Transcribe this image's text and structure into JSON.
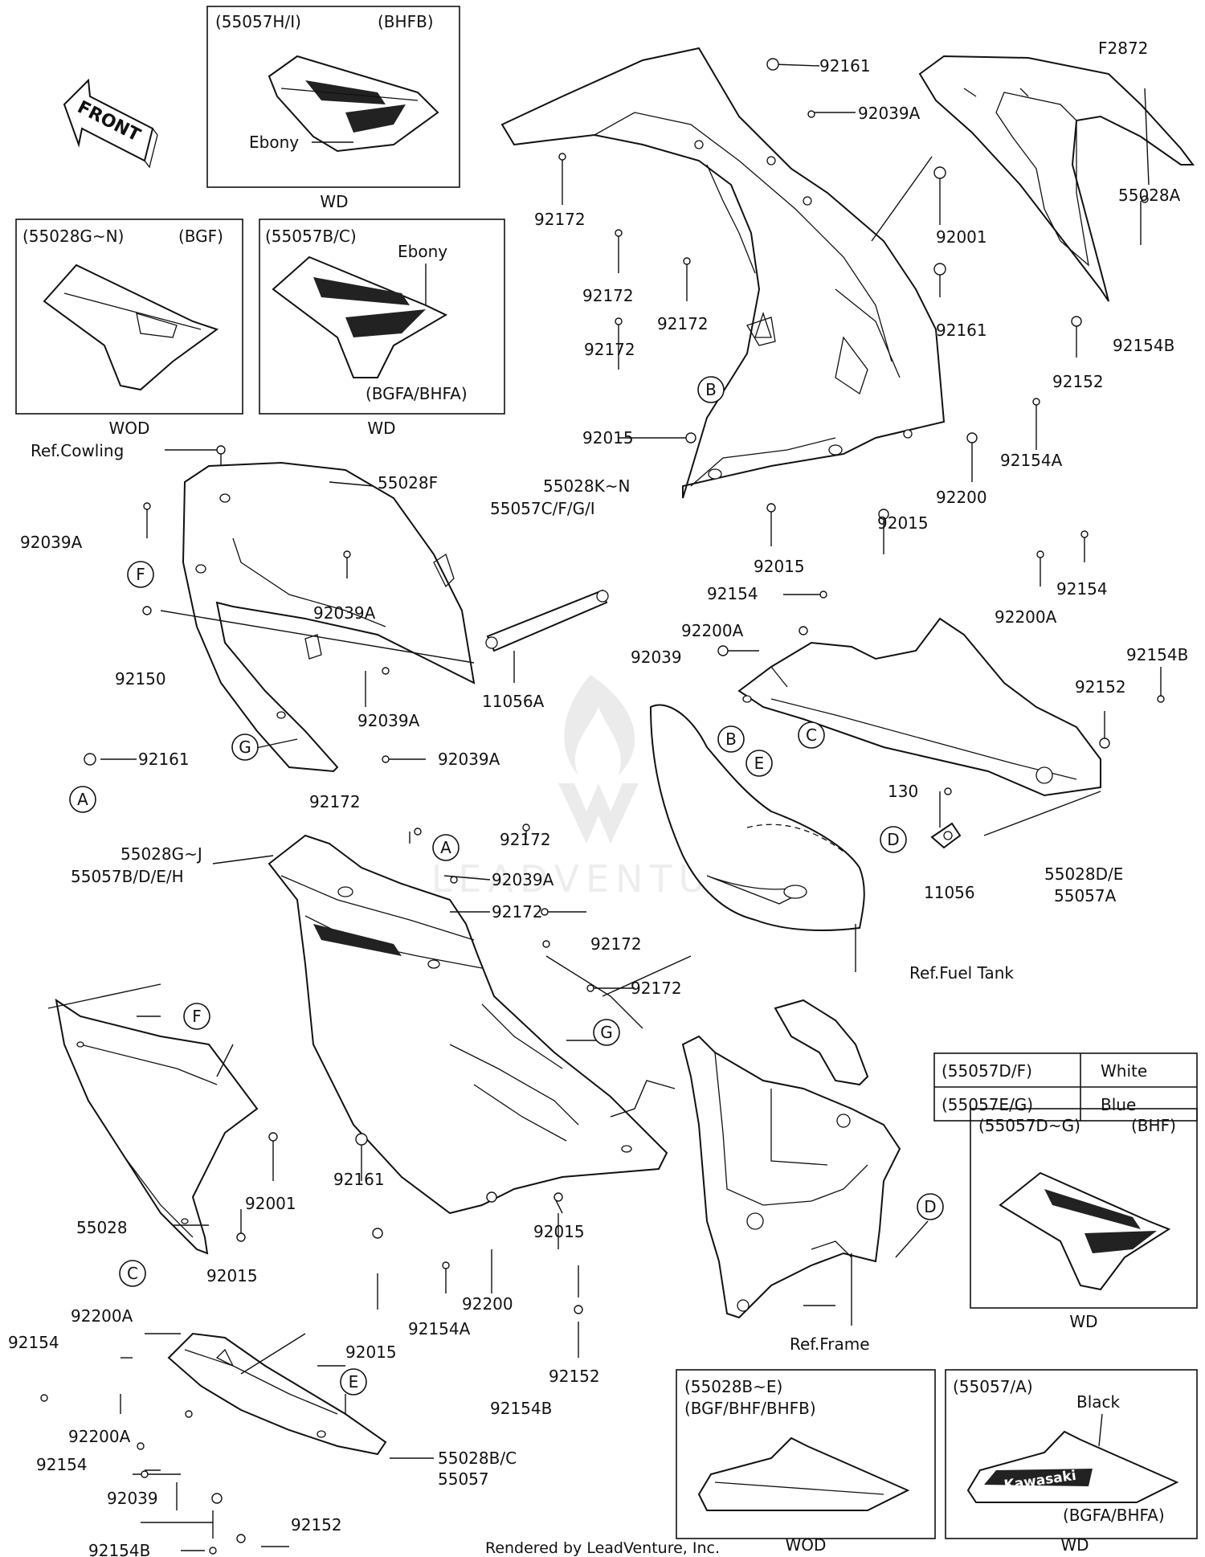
{
  "diagram": {
    "id": "F2872",
    "footer": "Rendered by LeadVenture, Inc.",
    "front_label": "FRONT",
    "watermark": "LEADVENTURE"
  },
  "insets": {
    "bhfb": {
      "code": "(55057H/I)",
      "model": "(BHFB)",
      "note": "Ebony",
      "tag": "WD"
    },
    "bgf": {
      "code": "(55028G~N)",
      "model": "(BGF)",
      "tag": "WOD"
    },
    "bgfa": {
      "code": "(55057B/C)",
      "note": "Ebony",
      "model": "(BGFA/BHFA)",
      "tag": "WD"
    },
    "bhf": {
      "code": "(55057D~G)",
      "model": "(BHF)",
      "tag": "WD"
    },
    "lower_wod": {
      "code": "(55028B~E)",
      "model": "(BGF/BHF/BHFB)",
      "tag": "WOD"
    },
    "lower_wd": {
      "code": "(55057/A)",
      "model": "(BGFA/BHFA)",
      "note": "Black",
      "tag": "WD",
      "logo": "Kawasaki"
    }
  },
  "color_table": {
    "rows": [
      {
        "code": "(55057D/F)",
        "color": "White"
      },
      {
        "code": "(55057E/G)",
        "color": "Blue"
      }
    ]
  },
  "references": {
    "cowling": "Ref.Cowling",
    "fuel_tank": "Ref.Fuel Tank",
    "frame": "Ref.Frame"
  },
  "callout_letters": {
    "a": "A",
    "b": "B",
    "c": "C",
    "d": "D",
    "e": "E",
    "f": "F",
    "g": "G"
  },
  "part_labels": {
    "p1": "92161",
    "p2": "92039A",
    "p3": "92172",
    "p4": "92001",
    "p5": "55028A",
    "p6": "92172",
    "p7": "92172",
    "p8": "92161",
    "p9": "92154B",
    "p10": "92172",
    "p11": "92152",
    "p12": "92015",
    "p13": "55028K~N",
    "p14": "55057C/F/G/I",
    "p15": "92154A",
    "p16": "92200",
    "p17": "92015",
    "p18": "92015",
    "p19": "92154",
    "p20": "92200A",
    "p21": "92154",
    "p22": "92200A",
    "p23": "92039",
    "p24": "92154B",
    "p25": "92152",
    "p26": "55028F",
    "p27": "92039A",
    "p28": "92039A",
    "p29": "92150",
    "p30": "11056A",
    "p31": "92039A",
    "p32": "92161",
    "p33": "92039A",
    "p34": "92172",
    "p35": "92172",
    "p36": "55028G~J",
    "p37": "55057B/D/E/H",
    "p38": "92039A",
    "p39": "92172",
    "p40": "92172",
    "p41": "92172",
    "p42": "130",
    "p43": "11056",
    "p44": "55028D/E",
    "p45": "55057A",
    "p46": "92001",
    "p47": "92161",
    "p48": "55028",
    "p49": "92015",
    "p50": "92015",
    "p51": "92200A",
    "p52": "92154",
    "p53": "92015",
    "p54": "92154A",
    "p55": "92200",
    "p56": "92152",
    "p57": "92154B",
    "p58": "92200A",
    "p59": "92154",
    "p60": "92039",
    "p61": "55028B/C",
    "p62": "55057",
    "p63": "92154B",
    "p64": "92152"
  }
}
